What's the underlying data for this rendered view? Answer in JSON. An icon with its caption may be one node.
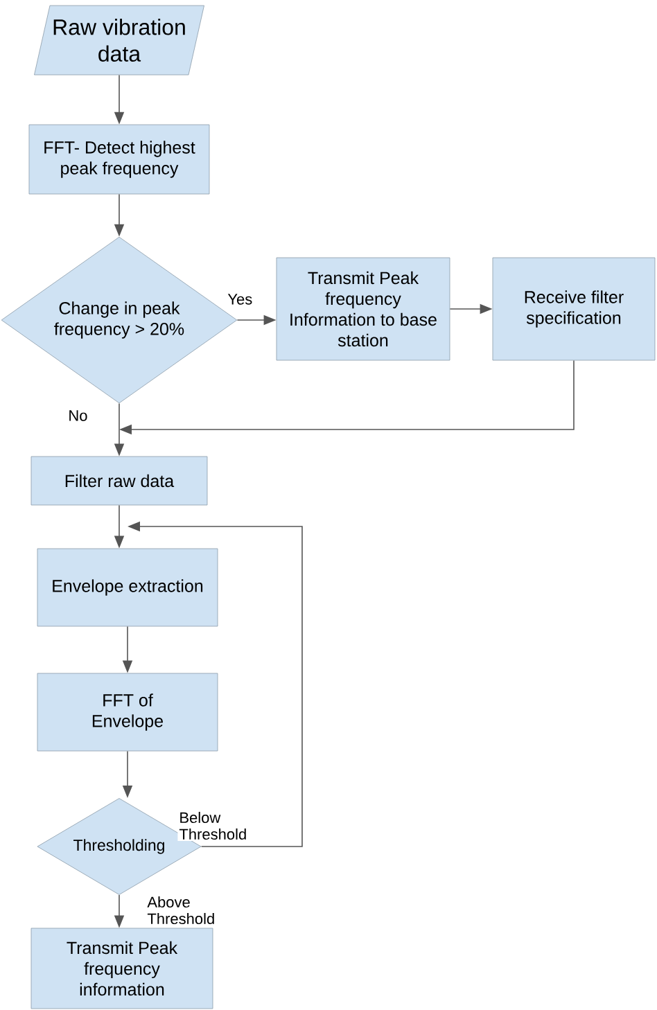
{
  "diagram": {
    "nodes": [
      {
        "text": [
          "Raw vibration data"
        ]
      },
      {
        "text": [
          "FFT- Detect highest peak frequency"
        ]
      },
      {
        "text": [
          "Change in peak frequency > 20%"
        ]
      },
      {
        "text": [
          "Transmit Peak frequency Information to base station"
        ]
      },
      {
        "text": [
          "Receive filter specification"
        ]
      },
      {
        "text": [
          "Filter raw data"
        ]
      },
      {
        "text": [
          "Envelope extraction"
        ]
      },
      {
        "text": [
          "FFT of Envelope"
        ]
      },
      {
        "text": [
          "Thresholding"
        ]
      },
      {
        "text": [
          "Transmit Peak frequency information"
        ]
      }
    ],
    "edges": [
      {
        "from": 0,
        "to": 1,
        "arrow": "to"
      },
      {
        "from": 1,
        "to": 2,
        "arrow": "to"
      },
      {
        "from": 2,
        "to": 3,
        "arrow": "to",
        "label": "Yes"
      },
      {
        "from": 3,
        "to": 4,
        "arrow": "to"
      },
      {
        "from": 2,
        "to": 5,
        "arrow": "to",
        "label": "No"
      },
      {
        "from": 4,
        "to": 5,
        "arrow": "to"
      },
      {
        "from": 5,
        "to": 6,
        "arrow": "to"
      },
      {
        "from": 6,
        "to": 7,
        "arrow": "to"
      },
      {
        "from": 7,
        "to": 8,
        "arrow": "to"
      },
      {
        "from": 8,
        "to": 6,
        "arrow": "to",
        "label": "Below Threshold"
      },
      {
        "from": 8,
        "to": 9,
        "arrow": "to",
        "label": "Above Threshold"
      }
    ]
  }
}
